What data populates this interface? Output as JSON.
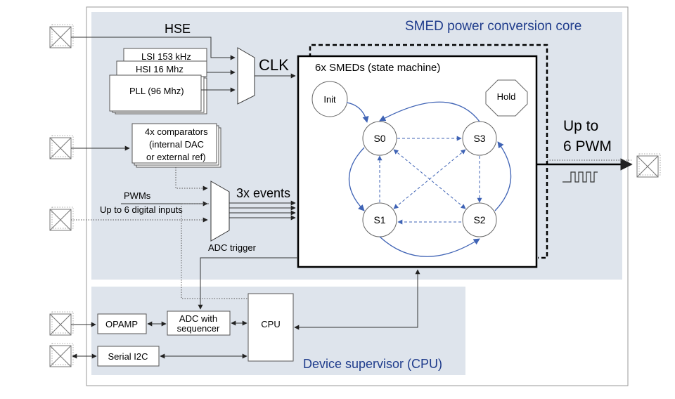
{
  "core": {
    "title": "SMED power conversion core",
    "hse": "HSE",
    "lsi": "LSI  153 kHz",
    "hsi": "HSI  16 Mhz",
    "pll": "PLL (96 Mhz)",
    "clk": "CLK",
    "comparators": [
      "4x comparators",
      "(internal DAC",
      "or external ref)"
    ],
    "pwms": "PWMs",
    "digital_inputs": "Up to 6 digital inputs",
    "events": "3x events",
    "adc_trigger": "ADC trigger",
    "smeds_title": "6x SMEDs (state  machine)",
    "init": "Init",
    "hold": "Hold",
    "states": {
      "s0": "S0",
      "s1": "S1",
      "s2": "S2",
      "s3": "S3"
    },
    "pwm_out": [
      "Up to",
      "6 PWM"
    ]
  },
  "supervisor": {
    "title": "Device supervisor (CPU)",
    "opamp": "OPAMP",
    "adc": [
      "ADC with",
      "sequencer"
    ],
    "cpu": "CPU",
    "i2c": "Serial  I2C"
  },
  "colors": {
    "panel": "#dee4ec",
    "arrow_blue": "#3f63b5"
  }
}
